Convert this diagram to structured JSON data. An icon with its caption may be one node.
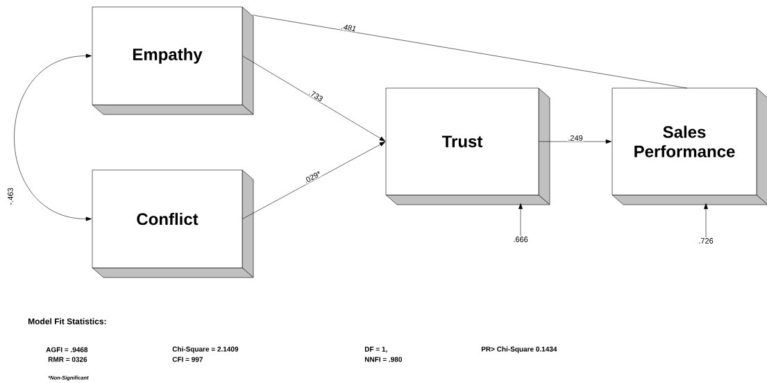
{
  "diagram": {
    "nodes": [
      {
        "text": [
          "Empathy"
        ]
      },
      {
        "text": [
          "Conflict"
        ]
      },
      {
        "text": [
          "Trust"
        ]
      },
      {
        "text": [
          "Sales Performance"
        ]
      },
      {
        "text": [
          ".666"
        ]
      },
      {
        "text": [
          ".726"
        ]
      }
    ],
    "edges": [
      {
        "from": 0,
        "to": 1,
        "arrow": "both",
        "label": "-.463"
      },
      {
        "from": 0,
        "to": 2,
        "arrow": "to",
        "label": ".733"
      },
      {
        "from": 1,
        "to": 2,
        "arrow": "to",
        "label": ".029*"
      },
      {
        "from": 2,
        "to": 3,
        "arrow": "to",
        "label": ".249"
      },
      {
        "from": 0,
        "to": 3,
        "arrow": "none",
        "label": ".481"
      },
      {
        "from": 4,
        "to": 2,
        "arrow": "to"
      },
      {
        "from": 5,
        "to": 3,
        "arrow": "to"
      }
    ],
    "labels": [
      "Model Fit Statistics:",
      "AGFI = .9468",
      "Chi-Square = 2.1409",
      "DF = 1,",
      "PR> Chi-Square 0.1434",
      "RMR = 0326",
      "CFI = 997",
      "NNFI = .980",
      "*Non-Significant"
    ]
  }
}
